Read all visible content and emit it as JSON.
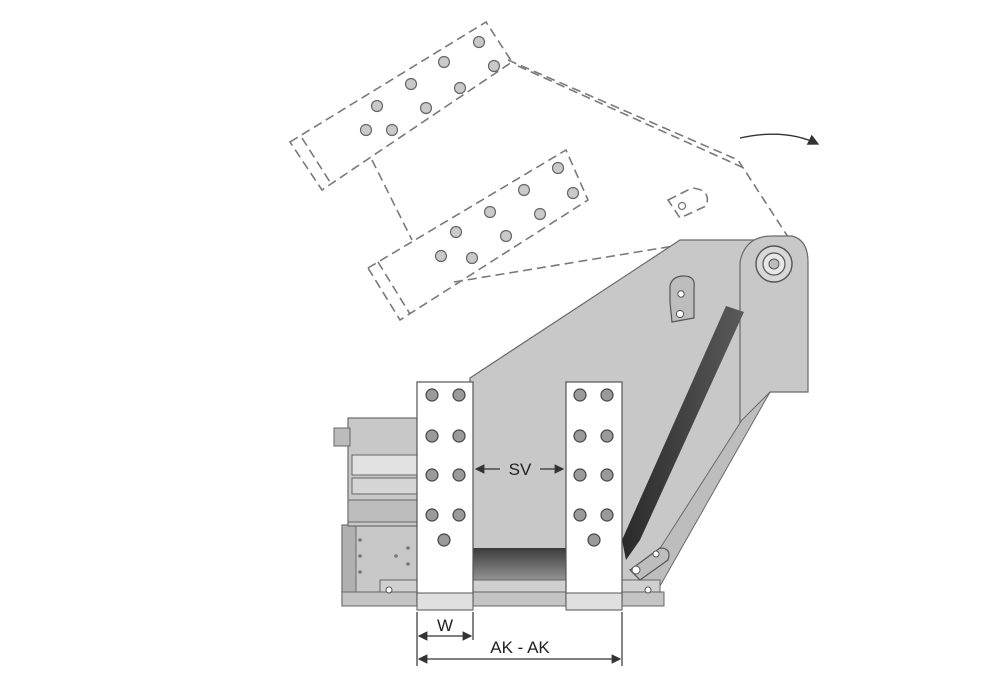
{
  "labels": {
    "sv": "SV",
    "w": "W",
    "akak": "AK - AK"
  },
  "colors": {
    "body": "#c8c8c8",
    "body_dark": "#9e9e9e",
    "plate": "#ffffff",
    "outline": "#555555",
    "dashed": "#7a7a7a",
    "dimension": "#333333"
  },
  "icons": [
    "rotation-arrow-icon",
    "pivot-bolt-icon",
    "mounting-bolt-icon"
  ]
}
